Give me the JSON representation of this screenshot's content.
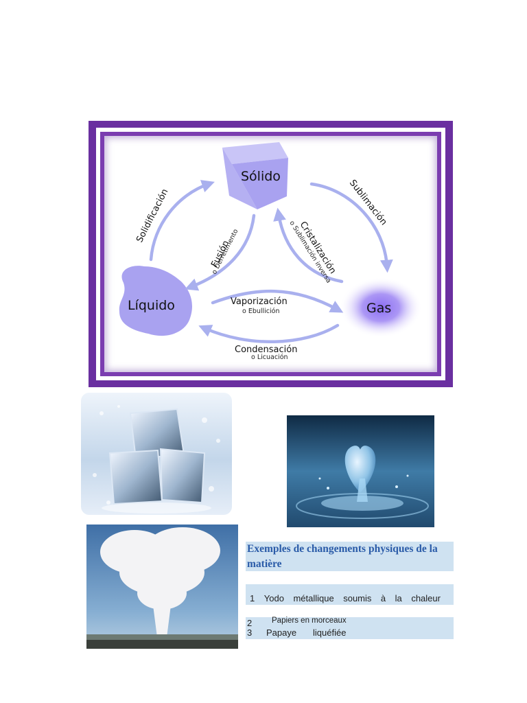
{
  "diagram": {
    "states": {
      "solid": "Sólido",
      "liquid": "Líquido",
      "gas": "Gas"
    },
    "transitions": {
      "solidification": "Solidificación",
      "sublimation": "Sublimación",
      "fusion": "Fusión",
      "fusion_alt": "o Derretimento",
      "crystallization": "Cristalización",
      "crystallization_alt": "o Sublimación inversa",
      "vaporization": "Vaporización",
      "vaporization_alt": "o Ebullición",
      "condensation": "Condensación",
      "condensation_alt": "o Licuación"
    },
    "colors": {
      "frame": "#6a2fa0",
      "arrow": "#a9b0ee",
      "cube": "#a9a2f0",
      "liquid": "#a9a2f0",
      "gas": "#9f88f3"
    }
  },
  "photos": {
    "ice": "ice-cubes-photo",
    "heart": "water-heart-splash-photo",
    "cloud": "heart-shaped-steam-cloud-photo"
  },
  "text": {
    "heading": "Exemples de changements physiques de la matière",
    "items": [
      {
        "num": "1",
        "words": [
          "Yodo",
          "métallique",
          "soumis",
          "à",
          "la",
          "chaleur"
        ]
      },
      {
        "num": "2",
        "text": "Papiers en morceaux"
      },
      {
        "num": "3",
        "words": [
          "Papaye",
          "liquéfiée"
        ]
      }
    ]
  }
}
